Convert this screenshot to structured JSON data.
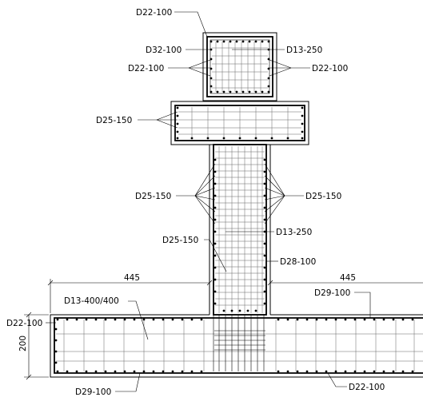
{
  "labels": {
    "top_d22": "D22-100",
    "d32": "D32-100",
    "d13_top": "D13-250",
    "d22_left": "D22-100",
    "d22_right": "D22-100",
    "d25_cap_left": "D25-150",
    "d25_col_left": "D25-150",
    "d25_col_right": "D25-150",
    "d13_mid": "D13-250",
    "d25_col_center": "D25-150",
    "d28": "D28-100",
    "dim_left": "445",
    "dim_right": "445",
    "d13_400": "D13-400/400",
    "d29_top": "D29-100",
    "d22_base_left": "D22-100",
    "dim_height": "200",
    "d29_bottom": "D29-100",
    "d22_bottom": "D22-100"
  }
}
